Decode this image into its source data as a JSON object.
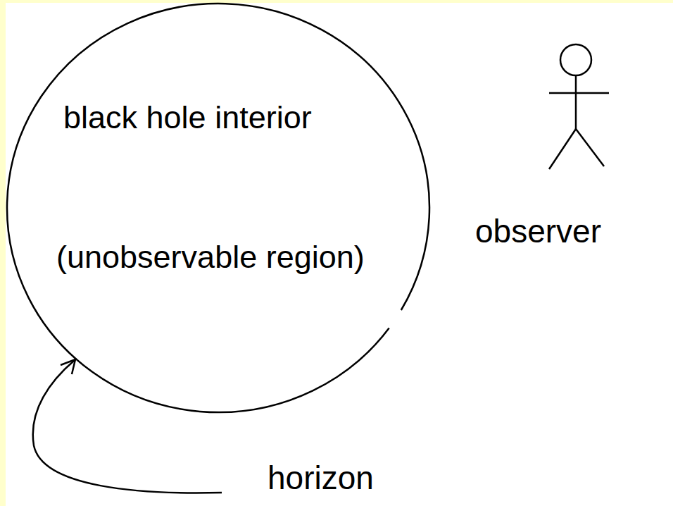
{
  "diagram": {
    "nodes": [
      {
        "text": [
          "black hole interior",
          "(unobservable region)"
        ]
      }
    ],
    "labels": [
      "observer",
      "horizon"
    ]
  }
}
